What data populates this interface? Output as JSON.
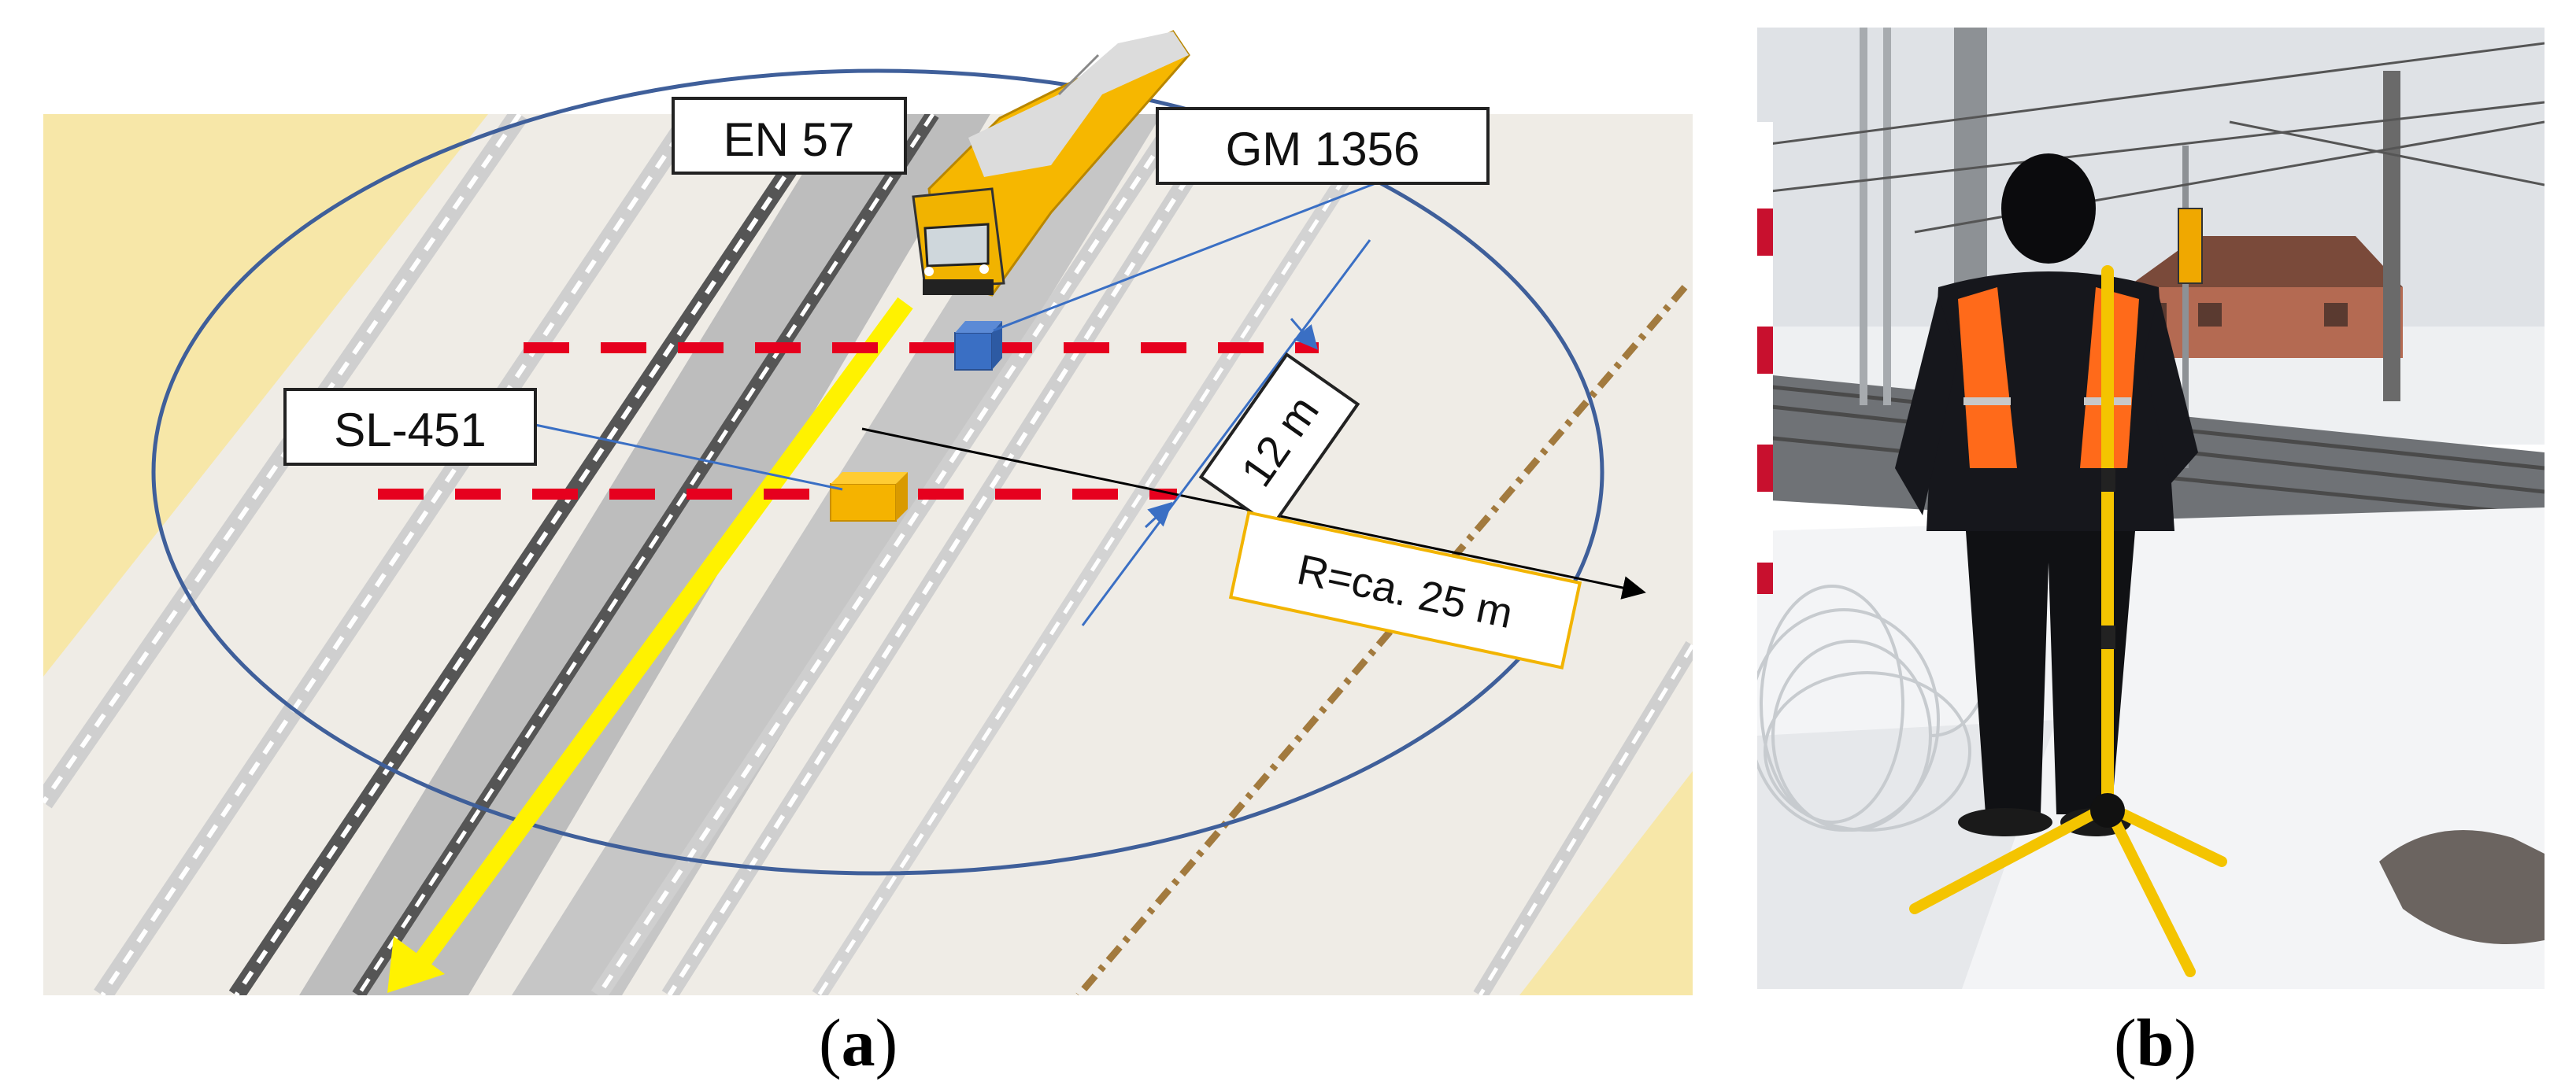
{
  "panel_a": {
    "labels": {
      "train_type": "EN 57",
      "sensor_far": "GM 1356",
      "sensor_near": "SL-451",
      "spacing": "12 m",
      "radius": "R=ca. 25 m"
    },
    "colors": {
      "ground": "#efece6",
      "track_bed": "#bdbdbd",
      "trajectory": "#fff200",
      "measurement_line": "#e6001e",
      "circle": "#3f5f9a",
      "sensor_blue": "#3b6fc6",
      "sensor_orange": "#f5b300",
      "radius_box_border": "#f2b400",
      "sand": "#f7e7a8"
    }
  },
  "panel_b": {
    "description_icons": [
      "person-icon",
      "tripod-icon",
      "overhead-line-icon",
      "snow-icon"
    ]
  },
  "captions": {
    "a": {
      "open": "(",
      "letter": "a",
      "close": ")"
    },
    "b": {
      "open": "(",
      "letter": "b",
      "close": ")"
    }
  }
}
